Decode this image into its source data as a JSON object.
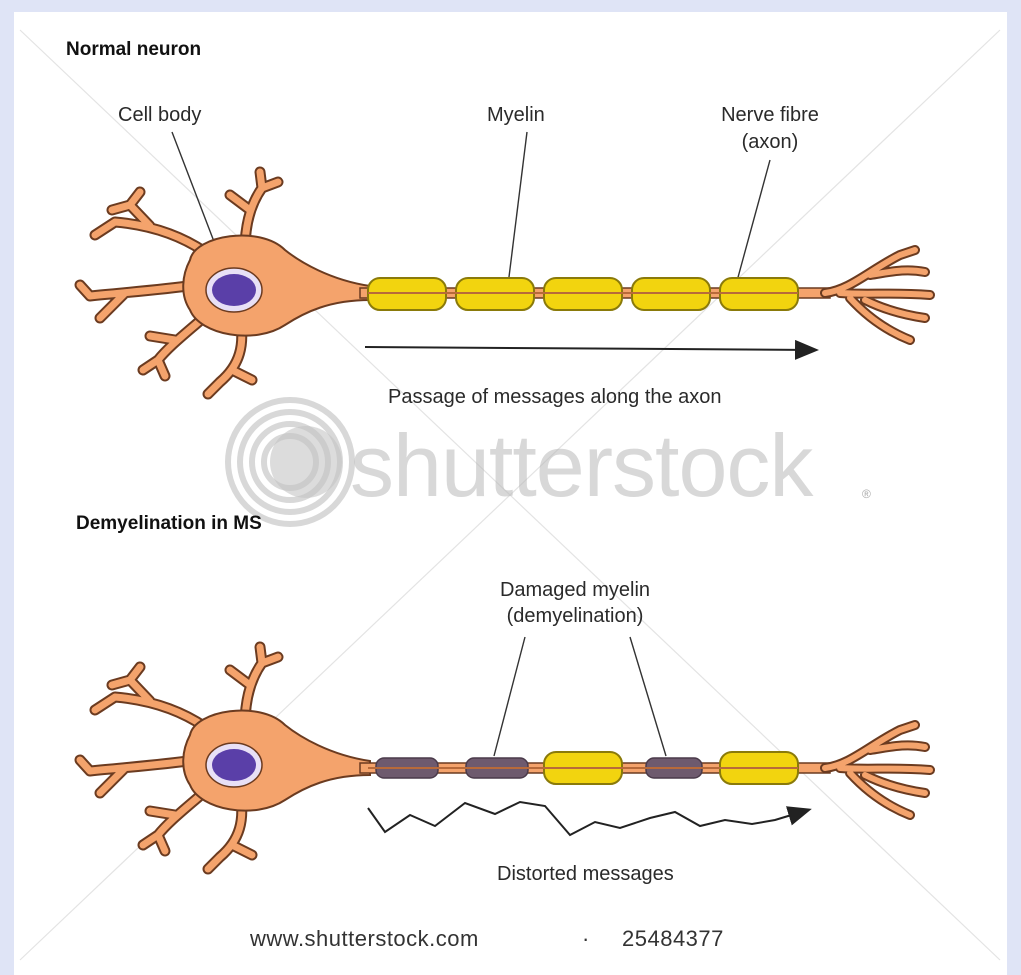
{
  "normal": {
    "heading": "Normal neuron",
    "cell_body": "Cell body",
    "myelin": "Myelin",
    "nerve_fibre_line1": "Nerve fibre",
    "nerve_fibre_line2": "(axon)",
    "passage": "Passage of messages along the axon"
  },
  "ms": {
    "heading": "Demyelination in MS",
    "damaged_line1": "Damaged myelin",
    "damaged_line2": "(demyelination)",
    "distorted": "Distorted messages"
  },
  "watermark": {
    "brand": "shutterstock",
    "registered": "®"
  },
  "footer": {
    "url": "www.shutterstock.com",
    "separator": "·",
    "image_number": "25484377"
  },
  "colors": {
    "cell": "#f4a36c",
    "cell_outline": "#6b3b20",
    "nucleus": "#5a3fa8",
    "myelin": "#f2d40f",
    "myelin_outline": "#8a7a0a",
    "damaged_myelin": "#6e5a6e"
  }
}
